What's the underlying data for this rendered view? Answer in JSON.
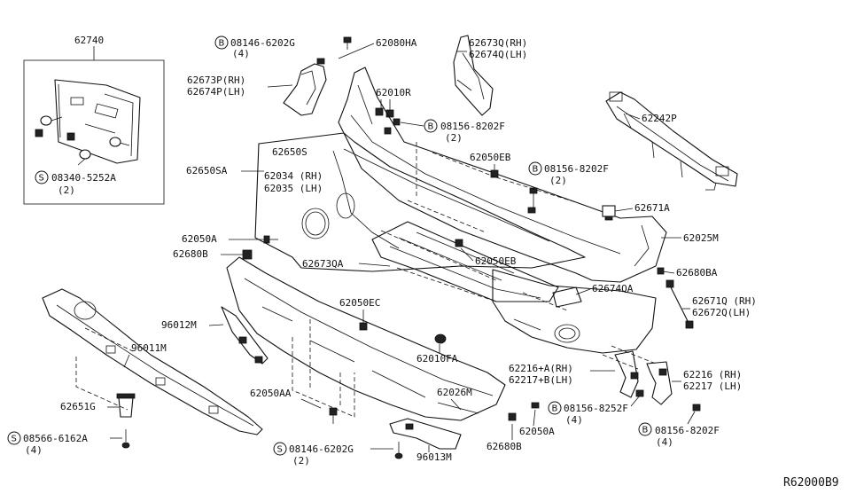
{
  "diagram_code": "R62000B9",
  "parts": {
    "p62740": "62740",
    "s08340_5252a": "08340-5252A",
    "s08340_5252a_qty": "(2)",
    "b08146_6202g": "08146-6202G",
    "b08146_6202g_qty": "(4)",
    "p62080ha": "62080HA",
    "p62673p": "62673P(RH)",
    "p62674p": "62674P(LH)",
    "p62010r": "62010R",
    "b08156_8202f_a": "08156-8202F",
    "b08156_8202f_a_qty": "(2)",
    "p62673q": "62673Q(RH)",
    "p62674q": "62674Q(LH)",
    "p62242p": "62242P",
    "p62650s": "62650S",
    "p62650sa": "62650SA",
    "p62034": "62034 (RH)",
    "p62035": "62035 (LH)",
    "p62050eb_top": "62050EB",
    "b08156_8202f_b": "08156-8202F",
    "b08156_8202f_b_qty": "(2)",
    "p62671a": "62671A",
    "p62025m": "62025M",
    "p62050a_left": "62050A",
    "p62680b_left": "62680B",
    "p62673qa": "62673QA",
    "p62050eb_mid": "62050EB",
    "p62680ba": "62680BA",
    "p62674qa": "62674QA",
    "p62671q": "62671Q (RH)",
    "p62672q": "62672Q(LH)",
    "p62050ec": "62050EC",
    "p96012m": "96012M",
    "p96011m": "96011M",
    "p62010fa": "62010FA",
    "p62216a": "62216+A(RH)",
    "p62217b": "62217+B(LH)",
    "p62216": "62216 (RH)",
    "p62217": "62217 (LH)",
    "p62050aa": "62050AA",
    "p62026m": "62026M",
    "b08156_8252f": "08156-8252F",
    "b08156_8252f_qty": "(4)",
    "p62651g": "62651G",
    "s08566_6162a": "08566-6162A",
    "s08566_6162a_qty": "(4)",
    "s08146_6202g": "08146-6202G",
    "s08146_6202g_qty": "(2)",
    "p96013m": "96013M",
    "p62050a_bottom": "62050A",
    "p62680b_bottom": "62680B",
    "b08156_8202f_c": "08156-8202F",
    "b08156_8202f_c_qty": "(4)"
  },
  "markers": {
    "bolt": "B",
    "screw": "S"
  }
}
